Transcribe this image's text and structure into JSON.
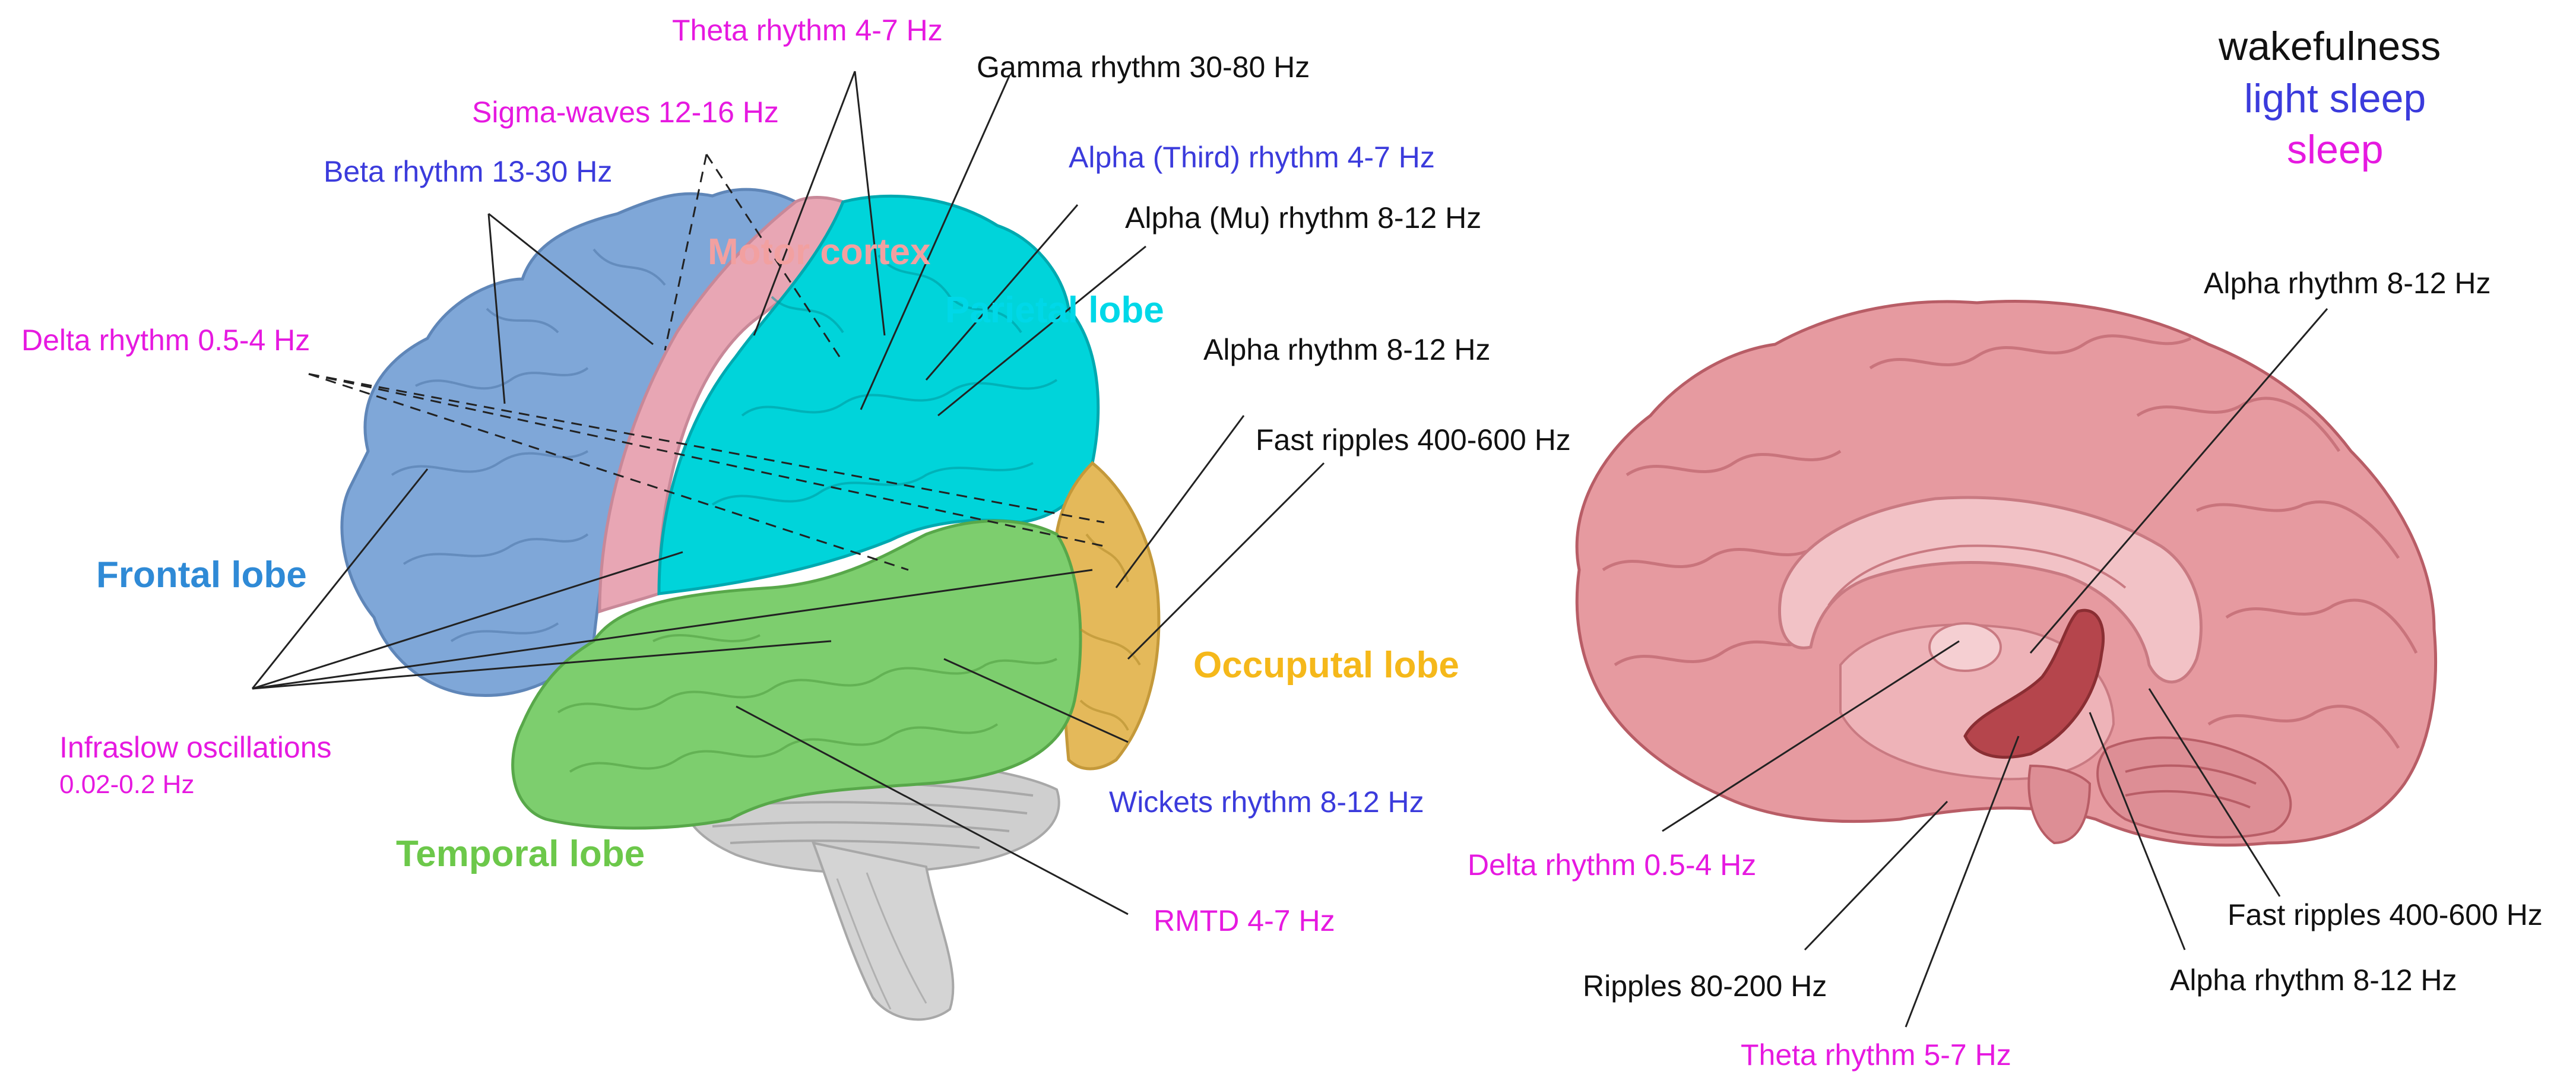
{
  "colors": {
    "wake": "#111111",
    "light_sleep": "#3b3bdc",
    "sleep": "#e619e0",
    "frontal": "#2f8ad6",
    "motor": "#f2a0a0",
    "parietal": "#00d8e8",
    "occipital": "#f5b81a",
    "temporal": "#6cc84a"
  },
  "legend": {
    "wake": "wakefulness",
    "light": "light sleep",
    "sleep": "sleep"
  },
  "lobes": {
    "frontal": "Frontal lobe",
    "motor": "Motor cortex",
    "parietal": "Parietal lobe",
    "occipital": "Occuputal lobe",
    "temporal": "Temporal lobe"
  },
  "left_labels": {
    "theta": "Theta rhythm 4-7 Hz",
    "gamma": "Gamma rhythm 30-80 Hz",
    "sigma": "Sigma-waves 12-16 Hz",
    "alpha_third": "Alpha (Third) rhythm 4-7 Hz",
    "beta": "Beta rhythm 13-30 Hz",
    "alpha_mu": "Alpha (Mu) rhythm 8-12 Hz",
    "delta": "Delta rhythm 0.5-4 Hz",
    "alpha": "Alpha rhythm 8-12 Hz",
    "fast_ripples": "Fast ripples 400-600 Hz",
    "infraslow_1": "Infraslow oscillations",
    "infraslow_2": "0.02-0.2 Hz",
    "wickets": "Wickets rhythm  8-12 Hz",
    "rmtd": "RMTD 4-7 Hz"
  },
  "right_labels": {
    "alpha_top": "Alpha rhythm 8-12 Hz",
    "delta": "Delta rhythm 0.5-4 Hz",
    "fast_ripples": "Fast ripples 400-600 Hz",
    "ripples": "Ripples 80-200 Hz",
    "alpha_bottom": "Alpha rhythm 8-12 Hz",
    "theta": "Theta rhythm 5-7 Hz"
  }
}
